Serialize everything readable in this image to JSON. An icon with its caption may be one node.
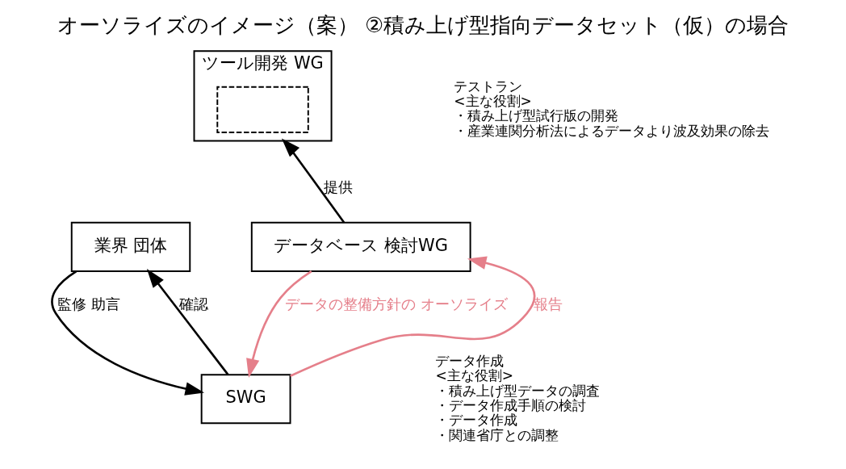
{
  "diagram": {
    "title": "オーソライズのイメージ（案） ②積み上げ型指向データセット（仮）の場合",
    "nodes": [
      {
        "text": [
          "ツール開発 WG"
        ],
        "beside": [
          "テストラン",
          "<主な役割>",
          "・積み上げ型試行版の開発",
          "・産業連関分析法によるデータより波及効果の除去"
        ]
      },
      {
        "text": [],
        "shape": "box",
        "in": 0
      },
      {
        "text": [
          "業界 団体"
        ]
      },
      {
        "text": [
          "データベース 検討WG"
        ]
      },
      {
        "text": [
          "SWG"
        ],
        "beside": [
          "データ作成",
          "<主な役割>",
          "・積み上げ型データの調査",
          "・データ作成手順の検討",
          "・データ作成",
          "・関連省庁との調整"
        ]
      }
    ],
    "edges": [
      {
        "from": 3,
        "to": 0,
        "arrow": "to",
        "label": "提供"
      },
      {
        "from": 2,
        "to": 4,
        "arrow": "to",
        "label": "監修 助言"
      },
      {
        "from": 4,
        "to": 2,
        "arrow": "to",
        "label": "確認"
      },
      {
        "from": 4,
        "to": 3,
        "arrow": "to",
        "label": "報告",
        "color": "#e57f8a"
      },
      {
        "from": 3,
        "to": 4,
        "arrow": "to",
        "label": "データの整備方針の オーソライズ",
        "color": "#e57f8a"
      }
    ]
  }
}
